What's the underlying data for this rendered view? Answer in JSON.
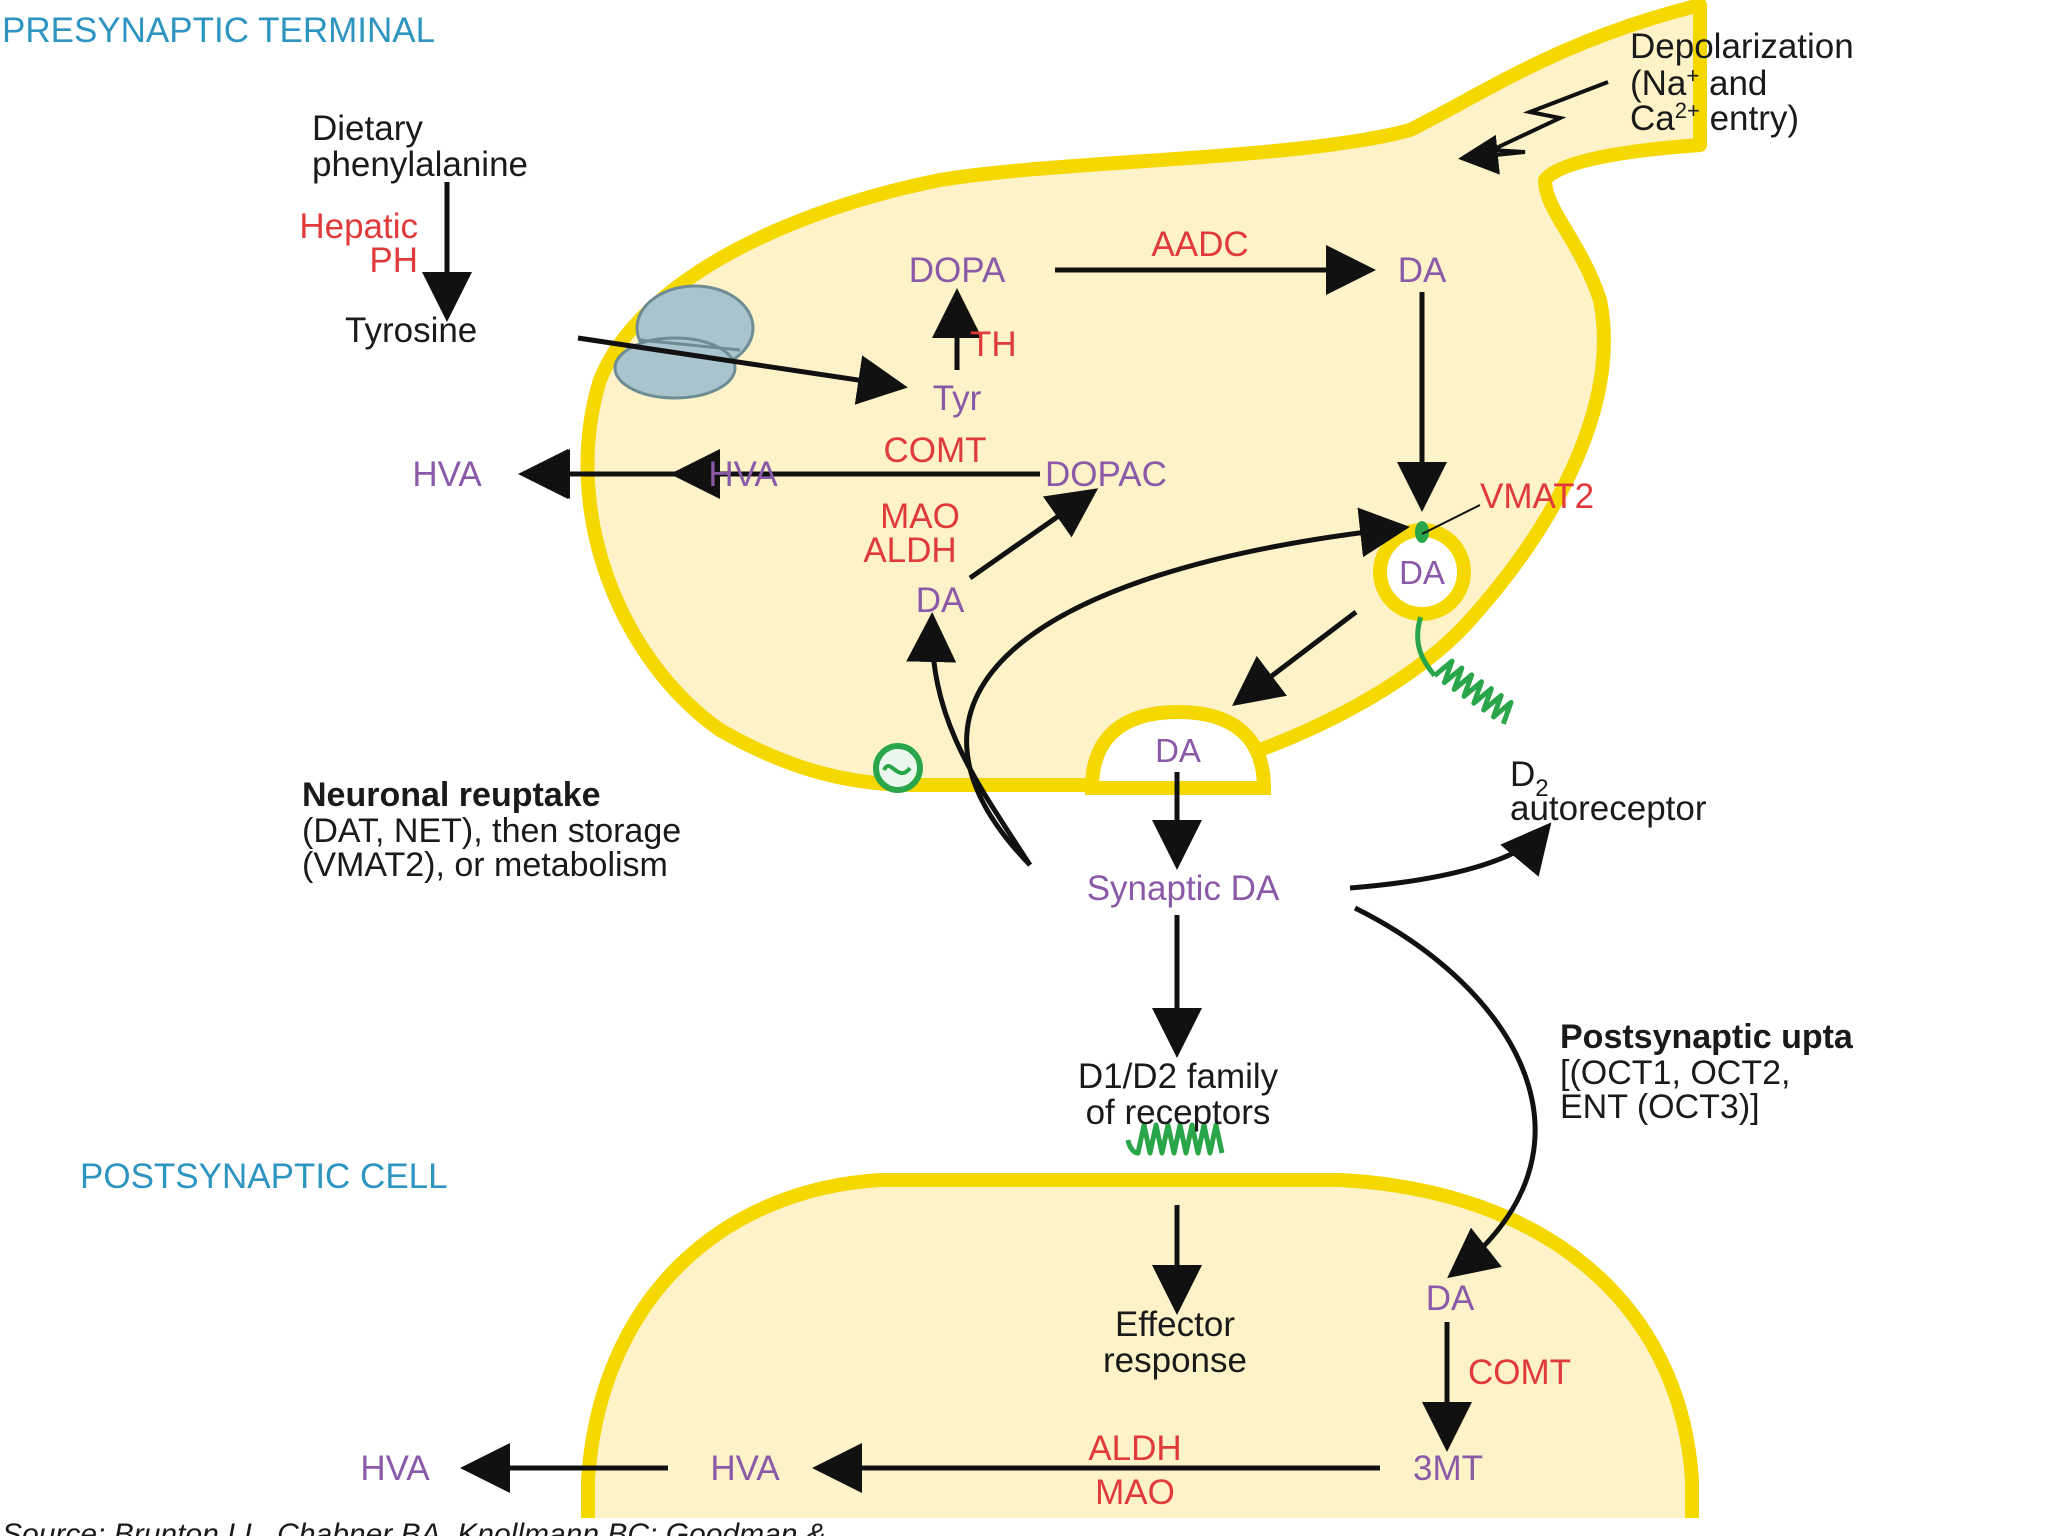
{
  "regions": {
    "presynaptic": "PRESYNAPTIC TERMINAL",
    "postsynaptic": "POSTSYNAPTIC CELL"
  },
  "depolarization": [
    "Depolarization",
    "(Na",
    "+",
    " and",
    "Ca",
    "2+",
    " entry)"
  ],
  "dietary": [
    "Dietary",
    "phenylalanine"
  ],
  "hepatic": [
    "Hepatic",
    "PH"
  ],
  "molecules": {
    "tyrosine": "Tyrosine",
    "tyr": "Tyr",
    "dopa": "DOPA",
    "da_synth": "DA",
    "da_vesicle": "DA",
    "da_cyto": "DA",
    "da_release": "DA",
    "dopac": "DOPAC",
    "hva_in": "HVA",
    "hva_out": "HVA",
    "synaptic_da": "Synaptic DA",
    "post_da": "DA",
    "post_3mt": "3MT",
    "post_hva_in": "HVA",
    "post_hva_out": "HVA"
  },
  "enzymes": {
    "aadc": "AADC",
    "th": "TH",
    "comt_pre": "COMT",
    "mao_pre": "MAO",
    "aldh_pre": "ALDH",
    "vmat2": "VMAT2",
    "comt_post": "COMT",
    "aldh_post": "ALDH",
    "mao_post": "MAO"
  },
  "reuptake": {
    "title": "Neuronal reuptake",
    "line1": "(DAT, NET), then storage",
    "line2": "(VMAT2), or metabolism"
  },
  "autoreceptor": {
    "d": "D",
    "sub": "2",
    "label": "autoreceptor"
  },
  "receptor_family": [
    "D1/D2 family",
    "of receptors"
  ],
  "effector": [
    "Effector",
    "response"
  ],
  "postsynaptic_uptake": {
    "title": "Postsynaptic upta",
    "line1": "[(OCT1, OCT2,",
    "line2": "ENT (OCT3)]"
  },
  "source_line": "Source: Brunton LL, Chabner BA, Knollmann BC: Goodman &",
  "colors": {
    "membrane": "#f5d800",
    "cytoplasm": "#fdf2c8",
    "enzyme": "#e03a3a",
    "metabolite": "#8a5aa8",
    "region_label": "#2e95c0",
    "transporter": "#2aa64a",
    "channel": "#a9c4cc"
  }
}
